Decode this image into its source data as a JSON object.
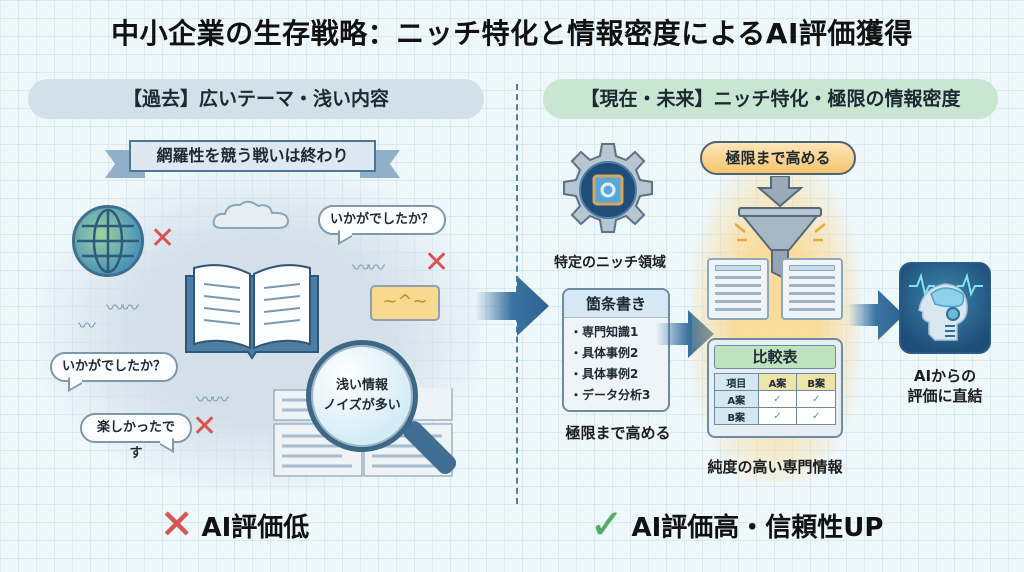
{
  "title": "中小企業の生存戦略：ニッチ特化と情報密度によるAI評価獲得",
  "left": {
    "header": "【過去】広いテーマ・浅い内容",
    "ribbon": "網羅性を競う戦いは終わり",
    "bubbles": [
      "いかがでしたか？",
      "いかがでしたか？",
      "楽しかったです"
    ],
    "magnifier_lines": [
      "浅い情報",
      "ノイズが多い"
    ],
    "note_symbol": "~^~",
    "cross_icon": "✕",
    "verdict": "AI評価低"
  },
  "right": {
    "header": "【現在・未来】ニッチ特化・極限の情報密度",
    "niche_label": "特定のニッチ領域",
    "list": {
      "title": "箇条書き",
      "items": [
        "・専門知識1",
        "・具体事例2",
        "・具体事例2",
        "・データ分析3"
      ],
      "caption": "極限まで高める"
    },
    "funnel_pill": "極限まで高める",
    "table": {
      "title": "比較表",
      "headers": [
        "項目",
        "A案",
        "B案"
      ],
      "rows": [
        {
          "label": "A案",
          "a": "✓",
          "b": "✓"
        },
        {
          "label": "B案",
          "a": "✓",
          "b": "✓"
        }
      ]
    },
    "pure_label": "純度の高い専門情報",
    "ai_label_line1": "AIからの",
    "ai_label_line2": "評価に直結",
    "check_icon": "✓",
    "verdict": "AI評価高・信頼性UP"
  },
  "colors": {
    "background": "#eef7fa",
    "left_pill": "#d2e0e9",
    "right_pill": "#c9e6d3",
    "arrow": "#3b73a0",
    "cross": "#d9534f",
    "check": "#4fae5f",
    "highlight_glow": "#fcd88c"
  }
}
